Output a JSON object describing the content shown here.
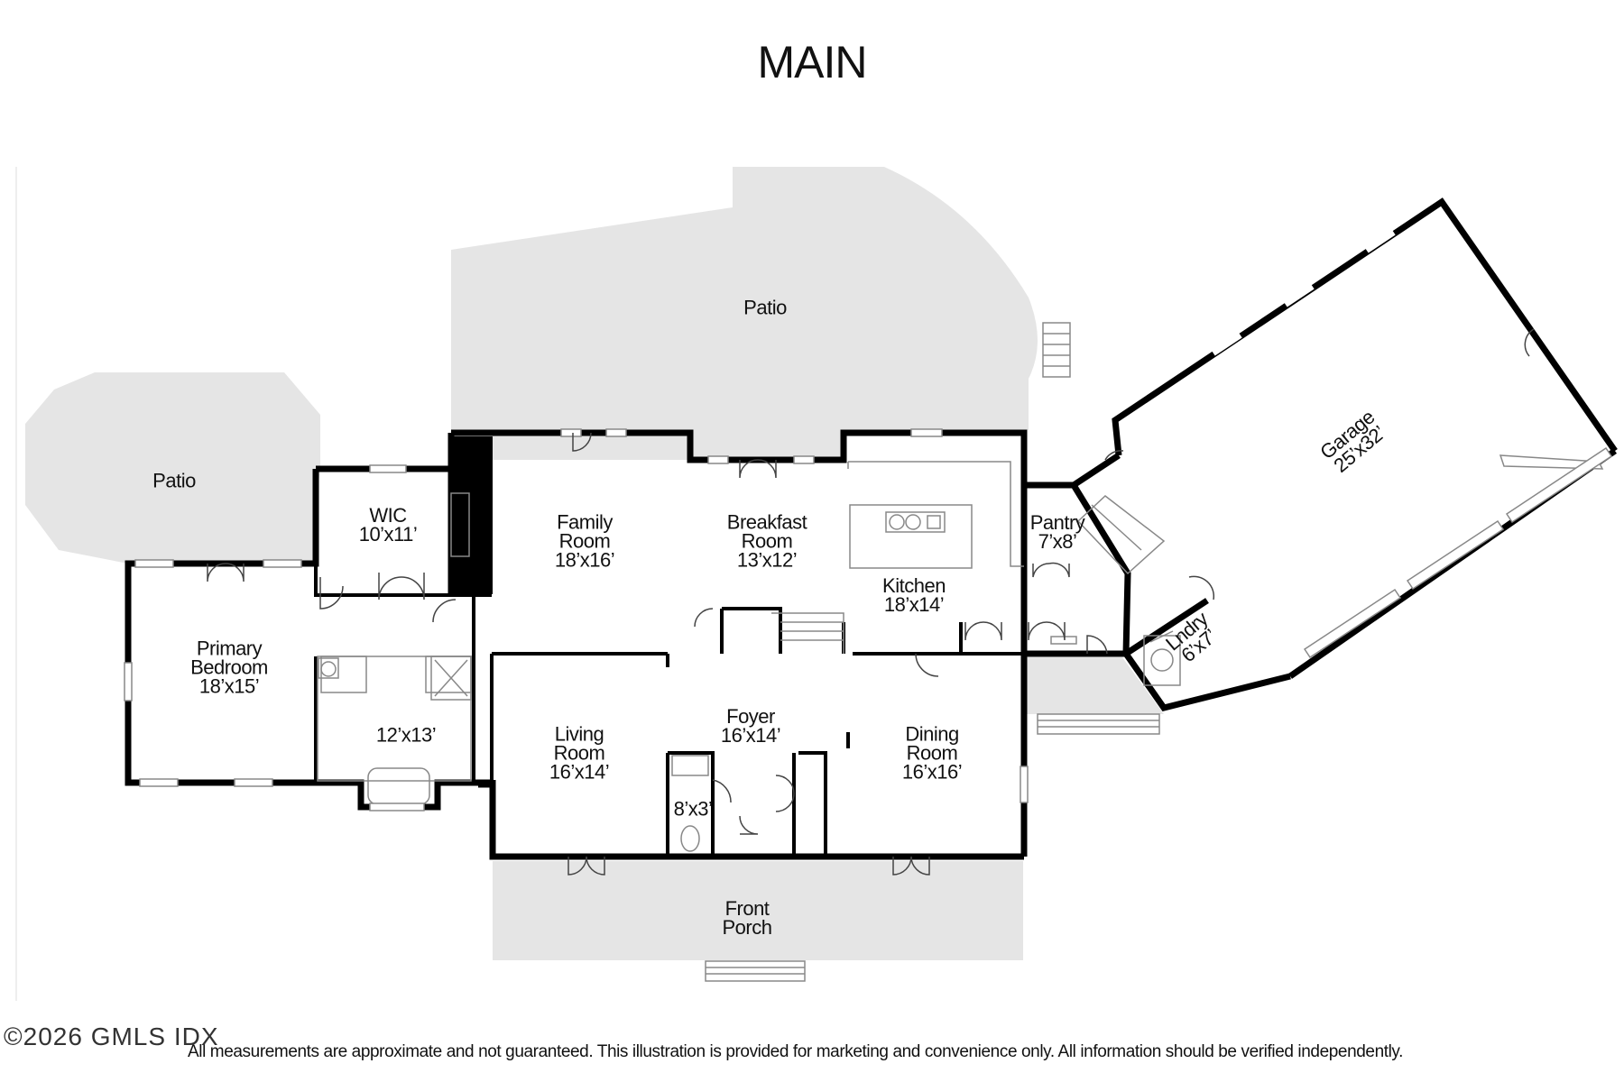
{
  "title": "MAIN",
  "rooms": [
    {
      "id": "patio-top",
      "lines": [
        "Patio"
      ]
    },
    {
      "id": "patio-left",
      "lines": [
        "Patio"
      ]
    },
    {
      "id": "wic",
      "lines": [
        "WIC",
        "10’x11’"
      ]
    },
    {
      "id": "family-room",
      "lines": [
        "Family",
        "Room",
        "18’x16’"
      ]
    },
    {
      "id": "breakfast-room",
      "lines": [
        "Breakfast",
        "Room",
        "13’x12’"
      ]
    },
    {
      "id": "kitchen",
      "lines": [
        "Kitchen",
        "18’x14’"
      ]
    },
    {
      "id": "pantry",
      "lines": [
        "Pantry",
        "7’x8’"
      ]
    },
    {
      "id": "garage",
      "lines": [
        "Garage",
        "25’x32’"
      ]
    },
    {
      "id": "laundry",
      "lines": [
        "Lndry",
        "6’x7’"
      ]
    },
    {
      "id": "primary-bedroom",
      "lines": [
        "Primary",
        "Bedroom",
        "18’x15’"
      ]
    },
    {
      "id": "primary-bath",
      "lines": [
        "12’x13’"
      ]
    },
    {
      "id": "living-room",
      "lines": [
        "Living",
        "Room",
        "16’x14’"
      ]
    },
    {
      "id": "foyer",
      "lines": [
        "Foyer",
        "16’x14’"
      ]
    },
    {
      "id": "powder-room",
      "lines": [
        "8’x3’"
      ]
    },
    {
      "id": "dining-room",
      "lines": [
        "Dining",
        "Room",
        "16’x16’"
      ]
    },
    {
      "id": "front-porch",
      "lines": [
        "Front",
        "Porch"
      ]
    }
  ],
  "disclaimer": "All measurements are approximate and not guaranteed.  This illustration is provided for marketing and convenience only.  All information should be verified independently.",
  "watermark": "©2026 GMLS IDX",
  "colors": {
    "wall": "#000000",
    "patio": "#e5e5e5",
    "line": "#888888"
  }
}
